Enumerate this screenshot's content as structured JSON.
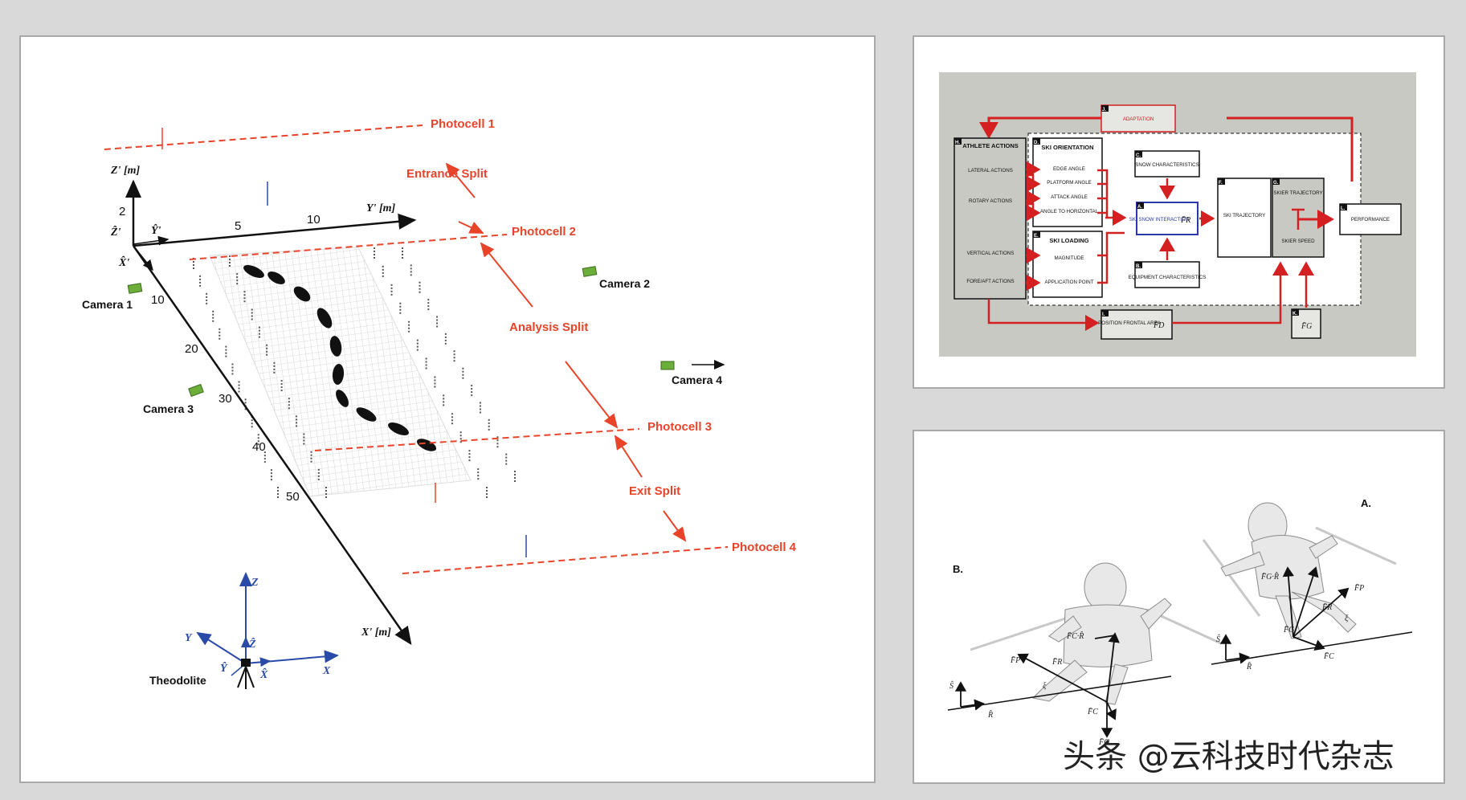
{
  "left_diagram": {
    "photocells": [
      "Photocell 1",
      "Photocell 2",
      "Photocell 3",
      "Photocell 4"
    ],
    "splits": [
      "Entrance Split",
      "Analysis Split",
      "Exit Split"
    ],
    "cameras": [
      "Camera 1",
      "Camera 2",
      "Camera 3",
      "Camera 4"
    ],
    "axes": {
      "z_label": "Z' [m]",
      "z_hat": "Ẑ'",
      "y_label": "Y' [m]",
      "y_hat": "Ŷ'",
      "x_label": "X' [m]",
      "x_hat": "X̂'",
      "z_tick": "2",
      "y_ticks": [
        "5",
        "10"
      ],
      "x_ticks": [
        "10",
        "20",
        "30",
        "40",
        "50"
      ]
    },
    "theodolite": {
      "label": "Theodolite",
      "axes": [
        "Z",
        "Ẑ",
        "Y",
        "Ŷ",
        "X̂",
        "X"
      ]
    }
  },
  "flow_diagram": {
    "adaptation": {
      "tag": "J.",
      "label": "ADAPTATION"
    },
    "athlete": {
      "tag": "H.",
      "title": "ATHLETE ACTIONS",
      "items": [
        "LATERAL ACTIONS",
        "ROTARY ACTIONS",
        "VERTICAL ACTIONS",
        "FORE/AFT ACTIONS"
      ]
    },
    "ski_orientation": {
      "tag": "D.",
      "title": "SKI ORIENTATION",
      "items": [
        "EDGE ANGLE",
        "PLATFORM ANGLE",
        "ATTACK ANGLE",
        "ANGLE TO HORIZONTAL"
      ]
    },
    "ski_loading": {
      "tag": "E.",
      "title": "SKI LOADING",
      "items": [
        "MAGNITUDE",
        "APPLICATION POINT"
      ]
    },
    "snow": {
      "tag": "C.",
      "label": "SNOW CHARACTERISTICS"
    },
    "interaction": {
      "tag": "A.",
      "label": "SKI SNOW INTERACTION",
      "vector": "F̄R"
    },
    "equipment": {
      "tag": "B.",
      "label": "EQUIPMENT CHARACTERISTICS"
    },
    "trajectory": {
      "tag": "F.",
      "label": "SKI TRAJECTORY"
    },
    "skier": {
      "tag": "G.",
      "top": "SKIER TRAJECTORY",
      "bottom": "SKIER SPEED"
    },
    "performance": {
      "tag": "L.",
      "label": "PERFORMANCE"
    },
    "position": {
      "tag": "I.",
      "label": "POSITION FRONTAL AREA",
      "vector": "F̄D"
    },
    "gravity": {
      "tag": "K.",
      "vector": "F̄G"
    }
  },
  "skier_figure": {
    "label_a": "A.",
    "label_b": "B.",
    "b_vectors": [
      "F̄C·R̂",
      "F̄P",
      "F̄R",
      "ξ",
      "F̄C",
      "F̄G",
      "Ŝ",
      "R̂"
    ],
    "a_vectors": [
      "F̄G·R̂",
      "F̄P",
      "F̄R",
      "ξ",
      "F̄G",
      "F̄C",
      "Ŝ",
      "R̂"
    ]
  },
  "watermark": "头条 @云科技时代杂志",
  "colors": {
    "accent_red": "#e8442a",
    "flow_red": "#d42020",
    "flow_bg": "#c9c9c4",
    "axis_blue": "#2a4aa8",
    "camera_green": "#6cae3a"
  }
}
